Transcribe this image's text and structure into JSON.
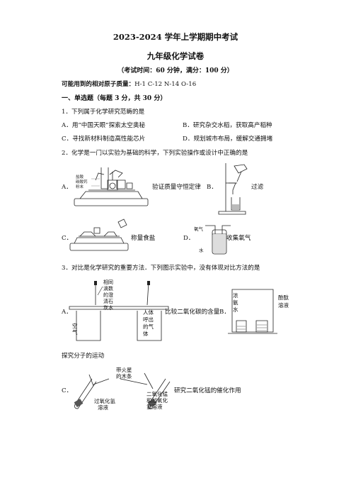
{
  "header": {
    "title": "2023-2024  学年上学期期中考试",
    "subtitle": "九年级化学试卷",
    "exam_info": "（考试时间：60 分钟，满分：100  分）",
    "atomic_mass_label": "可能用到的相对原子质量：",
    "atomic_mass_values": "H-1   C-12   N-14  O-16"
  },
  "section1": {
    "heading": "一、单选题（每题 3 分，共 30 分）"
  },
  "q1": {
    "stem": "1．下列属于化学研究范畴的是",
    "options": [
      {
        "label": "A．",
        "text": "用“中国天眼”探索太空奥秘"
      },
      {
        "label": "B．",
        "text": "研究杂交水稻，获取高产稻种"
      },
      {
        "label": "C．",
        "text": "寻找新材料制造高性能芯片"
      },
      {
        "label": "D．",
        "text": "规划城市布局，缓解交通拥堵"
      }
    ]
  },
  "q2": {
    "stem": "2．化学是一门以实验为基础的科学，下列实验操作或设计中正确的是",
    "A": {
      "label": "A．",
      "caption": "验证质量守恒定律",
      "fig_labels": [
        "盐酸",
        "碳酸钙",
        "粉末"
      ]
    },
    "B": {
      "label": "B．",
      "caption": "过滤"
    },
    "C": {
      "label": "C．",
      "caption": "称量食盐"
    },
    "D": {
      "label": "D．",
      "caption": "收集氧气",
      "fig_labels": [
        "氧气",
        "水"
      ]
    }
  },
  "q3": {
    "stem": "3．对比是化学研究的重要方法．下列图示实验中，没有体现对比方法的是",
    "A": {
      "label": "A．",
      "caption": "比较二氧化碳的含量",
      "fig_labels": {
        "drop": [
          "相同",
          "滴数",
          "的澄",
          "清石",
          "灰水"
        ],
        "left": [
          "空",
          "气"
        ],
        "right": [
          "人体",
          "呼出",
          "的气",
          "体"
        ]
      }
    },
    "B": {
      "label": "B．",
      "caption": "探究分子的运动",
      "fig_labels": {
        "left": [
          "浓",
          "氨",
          "水"
        ],
        "right": [
          "酚酞",
          "溶液"
        ]
      }
    },
    "C": {
      "label": "C．",
      "caption": "研究二氧化锰的催化作用",
      "fig_labels": {
        "top": [
          "带火星",
          "的木条"
        ],
        "left": [
          "过氧化氢",
          "溶液"
        ],
        "right": [
          "二氧化锰",
          "和过氧化",
          "氢溶液"
        ]
      }
    }
  }
}
